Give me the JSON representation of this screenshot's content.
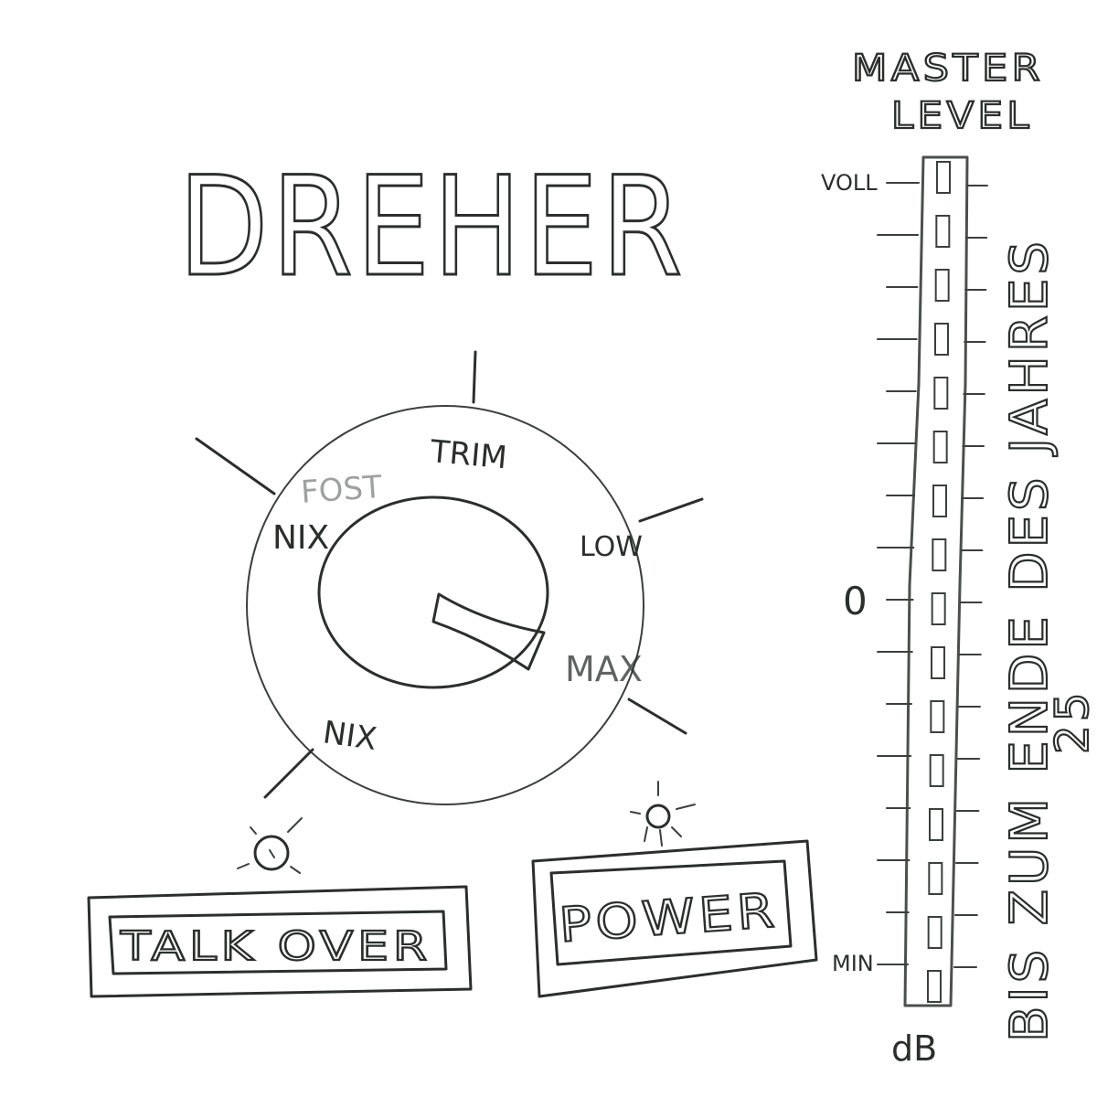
{
  "title": "DREHER",
  "knob": {
    "labels": {
      "top": "TRIM",
      "upper_left_faint": "FOST",
      "left": "NIX",
      "right": "LOW",
      "lower_right": "MAX",
      "bottom": "NIX"
    }
  },
  "buttons": {
    "talk_over": "TALK OVER",
    "power": "POWER"
  },
  "meter": {
    "title_line1": "MASTER",
    "title_line2": "LEVEL",
    "top_label": "VOLL",
    "zero_label": "0",
    "bottom_label": "MIN",
    "unit": "dB",
    "segment_count": 16,
    "side_note": "BIS ZUM ENDE DES JAHRES",
    "side_note_number": "25"
  },
  "colors": {
    "ink": "#2a2f2c",
    "paper": "#ffffff"
  }
}
